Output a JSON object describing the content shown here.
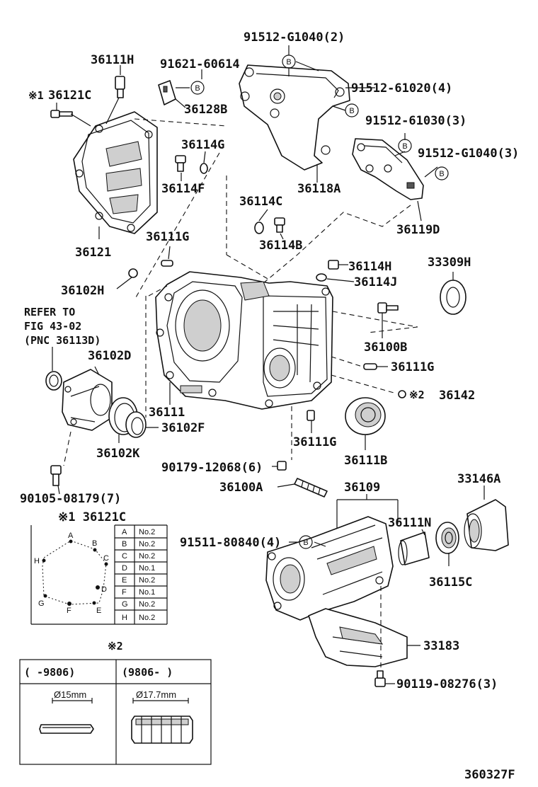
{
  "parts": {
    "p91512_G1040_2": "91512-G1040(2)",
    "p36111H": "36111H",
    "p91621_60614": "91621-60614",
    "p91512_61020_4": "91512-61020(4)",
    "p36121C": "36121C",
    "p36128B": "36128B",
    "p91512_61030_3": "91512-61030(3)",
    "p36114G": "36114G",
    "p91512_G1040_3": "91512-G1040(3)",
    "p36114F": "36114F",
    "p36118A": "36118A",
    "p36114C": "36114C",
    "p36119D": "36119D",
    "p36121": "36121",
    "p36111G_a": "36111G",
    "p36114B": "36114B",
    "p36114H": "36114H",
    "p33309H": "33309H",
    "p36102H": "36102H",
    "p36114J": "36114J",
    "p36100B": "36100B",
    "p36102D": "36102D",
    "p36111G_b": "36111G",
    "p36142": "36142",
    "p36111": "36111",
    "p36102F": "36102F",
    "p36102K": "36102K",
    "p36111G_c": "36111G",
    "p36111B": "36111B",
    "p90179_12068_6": "90179-12068(6)",
    "p36109": "36109",
    "p33146A": "33146A",
    "p36100A": "36100A",
    "p90105_08179_7": "90105-08179(7)",
    "p36111N": "36111N",
    "p91511_80840_4": "91511-80840(4)",
    "p36115C": "36115C",
    "p33183": "33183",
    "p90119_08276_3": "90119-08276(3)"
  },
  "notes": {
    "marker1": "※1",
    "marker2": "※2",
    "refer_line1": "REFER TO",
    "refer_line2": "FIG 43-02",
    "refer_line3": "(PNC 36113D)",
    "bolt_marker": "B",
    "inset1_title": "※1 36121C",
    "inset2_title": "※2",
    "figure_code": "360327F"
  },
  "bolt_positions": {
    "points": [
      {
        "letter": "A",
        "label": "A"
      },
      {
        "letter": "B",
        "label": "B"
      },
      {
        "letter": "C",
        "label": "C"
      },
      {
        "letter": "D",
        "label": "D"
      },
      {
        "letter": "E",
        "label": "E"
      },
      {
        "letter": "F",
        "label": "F"
      },
      {
        "letter": "G",
        "label": "G"
      },
      {
        "letter": "H",
        "label": "H"
      }
    ],
    "table": [
      {
        "pos": "A",
        "no": "No.2"
      },
      {
        "pos": "B",
        "no": "No.2"
      },
      {
        "pos": "C",
        "no": "No.2"
      },
      {
        "pos": "D",
        "no": "No.1"
      },
      {
        "pos": "E",
        "no": "No.2"
      },
      {
        "pos": "F",
        "no": "No.1"
      },
      {
        "pos": "G",
        "no": "No.2"
      },
      {
        "pos": "H",
        "no": "No.2"
      }
    ]
  },
  "seal_table": {
    "col1_range": "(    -9806)",
    "col2_range": "(9806-    )",
    "col1_dim": "Ø15mm",
    "col2_dim": "Ø17.7mm"
  }
}
